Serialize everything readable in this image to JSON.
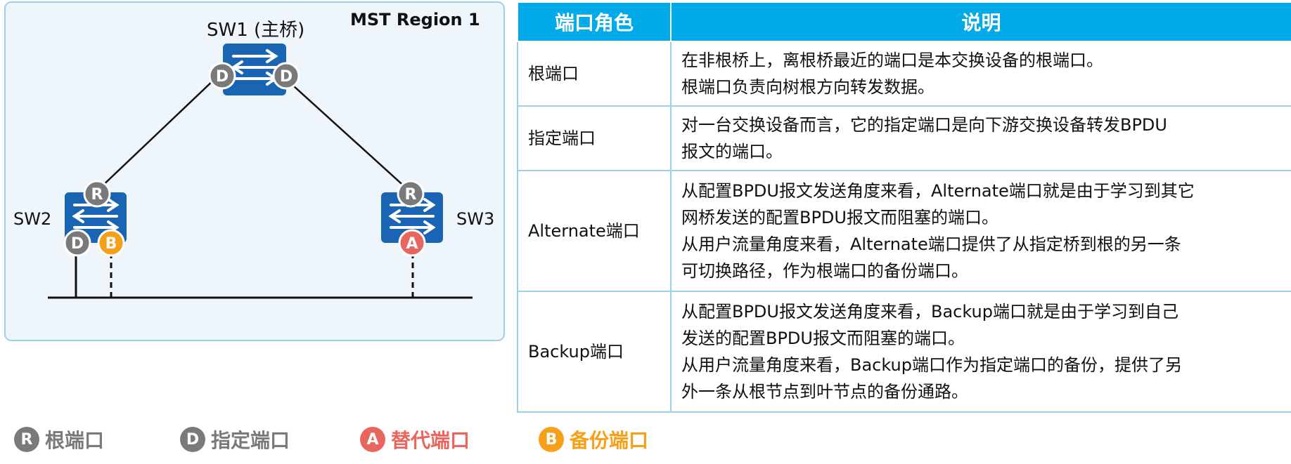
{
  "diagram": {
    "region_label": "MST Region 1",
    "switches": {
      "sw1": "SW1 (主桥)",
      "sw2": "SW2",
      "sw3": "SW3"
    },
    "port_letters": {
      "root": "R",
      "designated": "D",
      "alternate": "A",
      "backup": "B"
    },
    "colors": {
      "root": "#7a7a7a",
      "designated": "#7a7a7a",
      "alternate": "#e8665d",
      "backup": "#f6a01a",
      "switch": "#1a64b4"
    },
    "icons": {
      "switch": "switch-icon"
    }
  },
  "table": {
    "headers": [
      "端口角色",
      "说明"
    ],
    "rows": [
      {
        "role": "根端口",
        "lines": [
          "在非根桥上，离根桥最近的端口是本交换设备的根端口。",
          "根端口负责向树根方向转发数据。"
        ]
      },
      {
        "role": "指定端口",
        "lines": [
          "对一台交换设备而言，它的指定端口是向下游交换设备转发BPDU",
          "报文的端口。"
        ]
      },
      {
        "role": "Alternate端口",
        "lines": [
          "从配置BPDU报文发送角度来看，Alternate端口就是由于学习到其它",
          "网桥发送的配置BPDU报文而阻塞的端口。",
          "从用户流量角度来看，Alternate端口提供了从指定桥到根的另一条",
          "可切换路径，作为根端口的备份端口。"
        ]
      },
      {
        "role": "Backup端口",
        "lines": [
          "从配置BPDU报文发送角度来看，Backup端口就是由于学习到自己",
          "发送的配置BPDU报文而阻塞的端口。",
          "从用户流量角度来看，Backup端口作为指定端口的备份，提供了另",
          "外一条从根节点到叶节点的备份通路。"
        ]
      }
    ]
  },
  "legend": [
    {
      "letter": "R",
      "text": "根端口",
      "color": "#7a7a7a",
      "text_color": "#7a7a7a"
    },
    {
      "letter": "D",
      "text": "指定端口",
      "color": "#7a7a7a",
      "text_color": "#7a7a7a"
    },
    {
      "letter": "A",
      "text": "替代端口",
      "color": "#e8665d",
      "text_color": "#e8665d"
    },
    {
      "letter": "B",
      "text": "备份端口",
      "color": "#f6a01a",
      "text_color": "#f6a01a"
    }
  ]
}
